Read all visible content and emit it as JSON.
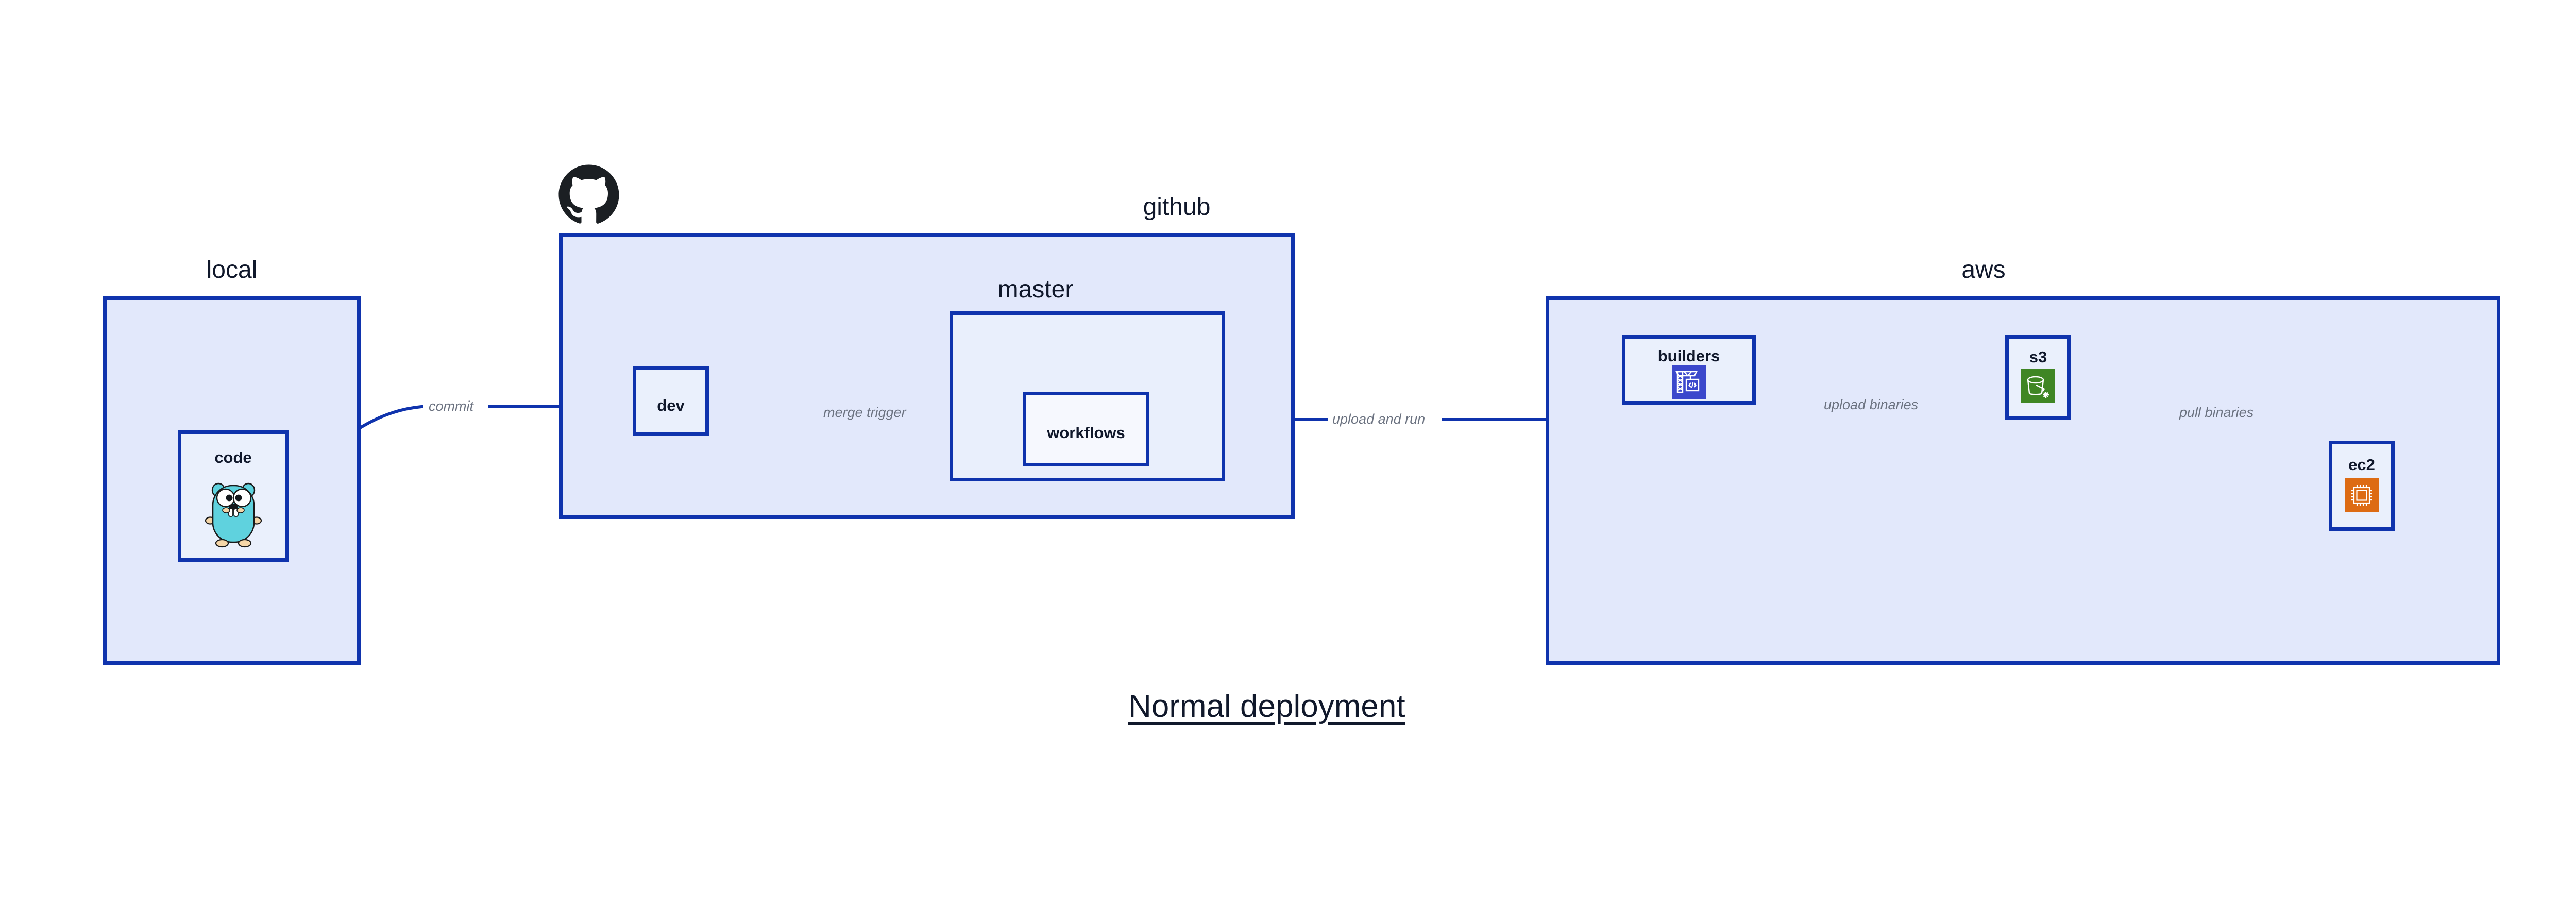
{
  "title": "Normal deployment",
  "groups": [
    {
      "id": "local",
      "label": "local"
    },
    {
      "id": "github",
      "label": "github"
    },
    {
      "id": "master",
      "label": "master"
    },
    {
      "id": "aws",
      "label": "aws"
    }
  ],
  "nodes": [
    {
      "id": "code",
      "label": "code",
      "icon": "go-gopher-icon",
      "group": "local"
    },
    {
      "id": "dev",
      "label": "dev",
      "icon": null,
      "group": "github"
    },
    {
      "id": "workflows",
      "label": "workflows",
      "icon": null,
      "group": "master"
    },
    {
      "id": "builders",
      "label": "builders",
      "icon": "aws-codebuild-icon",
      "group": "aws"
    },
    {
      "id": "s3",
      "label": "s3",
      "icon": "aws-s3-bucket-icon",
      "group": "aws"
    },
    {
      "id": "ec2",
      "label": "ec2",
      "icon": "aws-ec2-chip-icon",
      "group": "aws"
    }
  ],
  "edges": [
    {
      "id": "commit",
      "from": "code",
      "to": "dev",
      "label": "commit"
    },
    {
      "id": "merge-trigger",
      "from": "dev",
      "to": "workflows",
      "label": "merge trigger"
    },
    {
      "id": "upload-and-run",
      "from": "workflows",
      "to": "builders",
      "label": "upload and run"
    },
    {
      "id": "upload-binaries",
      "from": "builders",
      "to": "s3",
      "label": "upload binaries"
    },
    {
      "id": "pull-binaries",
      "from": "s3",
      "to": "ec2",
      "label": "pull binaries"
    }
  ],
  "icons": {
    "github_logo": "github-octocat-icon"
  },
  "colors": {
    "stroke": "#0f33ad",
    "group_fill": "#e2e8fb",
    "inner_fill": "#e9effc",
    "node_fill": "#eaf0fc",
    "node_fill_white": "#f6f8fe",
    "text": "#10182b",
    "edge_label": "#6b7280",
    "codebuild": "#3b48cc",
    "s3_green": "#3f8624",
    "ec2_orange": "#dd6b13",
    "gopher_body": "#5fd2de",
    "gopher_foot": "#f5d6a8",
    "octocat": "#1b1f23"
  }
}
